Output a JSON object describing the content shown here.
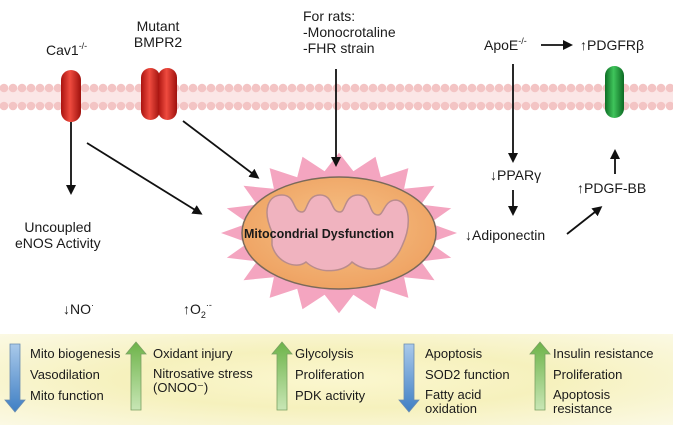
{
  "labels": {
    "cav1": "Cav1",
    "cav1_sup": "-/-",
    "mutant_bmpr2_line1": "Mutant",
    "mutant_bmpr2_line2": "BMPR2",
    "rats_line1": "For rats:",
    "rats_line2": "-Monocrotaline",
    "rats_line3": "-FHR strain",
    "apoe": "ApoE",
    "apoe_sup": "-/-",
    "pdgfrb": "↑PDGFRβ",
    "uncoupled_line1": "Uncoupled",
    "uncoupled_line2": "eNOS Activity",
    "mito_dysfunction": "Mitocondrial Dysfunction",
    "ppar": "↓PPARγ",
    "adiponectin": "↓Adiponectin",
    "pdgf_bb": "↑PDGF-BB",
    "no": "↓NO",
    "no_sup": "·",
    "o2": "↑O",
    "o2_sub": "2",
    "o2_sup": "·-"
  },
  "panels": [
    {
      "direction": "down",
      "items": [
        "Mito biogenesis",
        "Vasodilation",
        "Mito function"
      ]
    },
    {
      "direction": "up",
      "items": [
        "Oxidant injury",
        "Nitrosative stress (ONOO⁻)"
      ]
    },
    {
      "direction": "up",
      "items": [
        "Glycolysis",
        "Proliferation",
        "PDK activity"
      ]
    },
    {
      "direction": "down",
      "items": [
        "Apoptosis",
        "SOD2 function",
        "Fatty acid oxidation"
      ]
    },
    {
      "direction": "up",
      "items": [
        "Insulin resistance",
        "Proliferation",
        "Apoptosis resistance"
      ]
    }
  ],
  "colors": {
    "membrane_head": "#f3c4c4",
    "receptor_red": "#d8241d",
    "receptor_green": "#1f9b3b",
    "mito_fill": "#f2ad6c",
    "mito_inner": "#f0b3bf",
    "spike": "#f4a5c0",
    "arrow_down": "#3f7fc4",
    "arrow_up": "#78c152"
  }
}
